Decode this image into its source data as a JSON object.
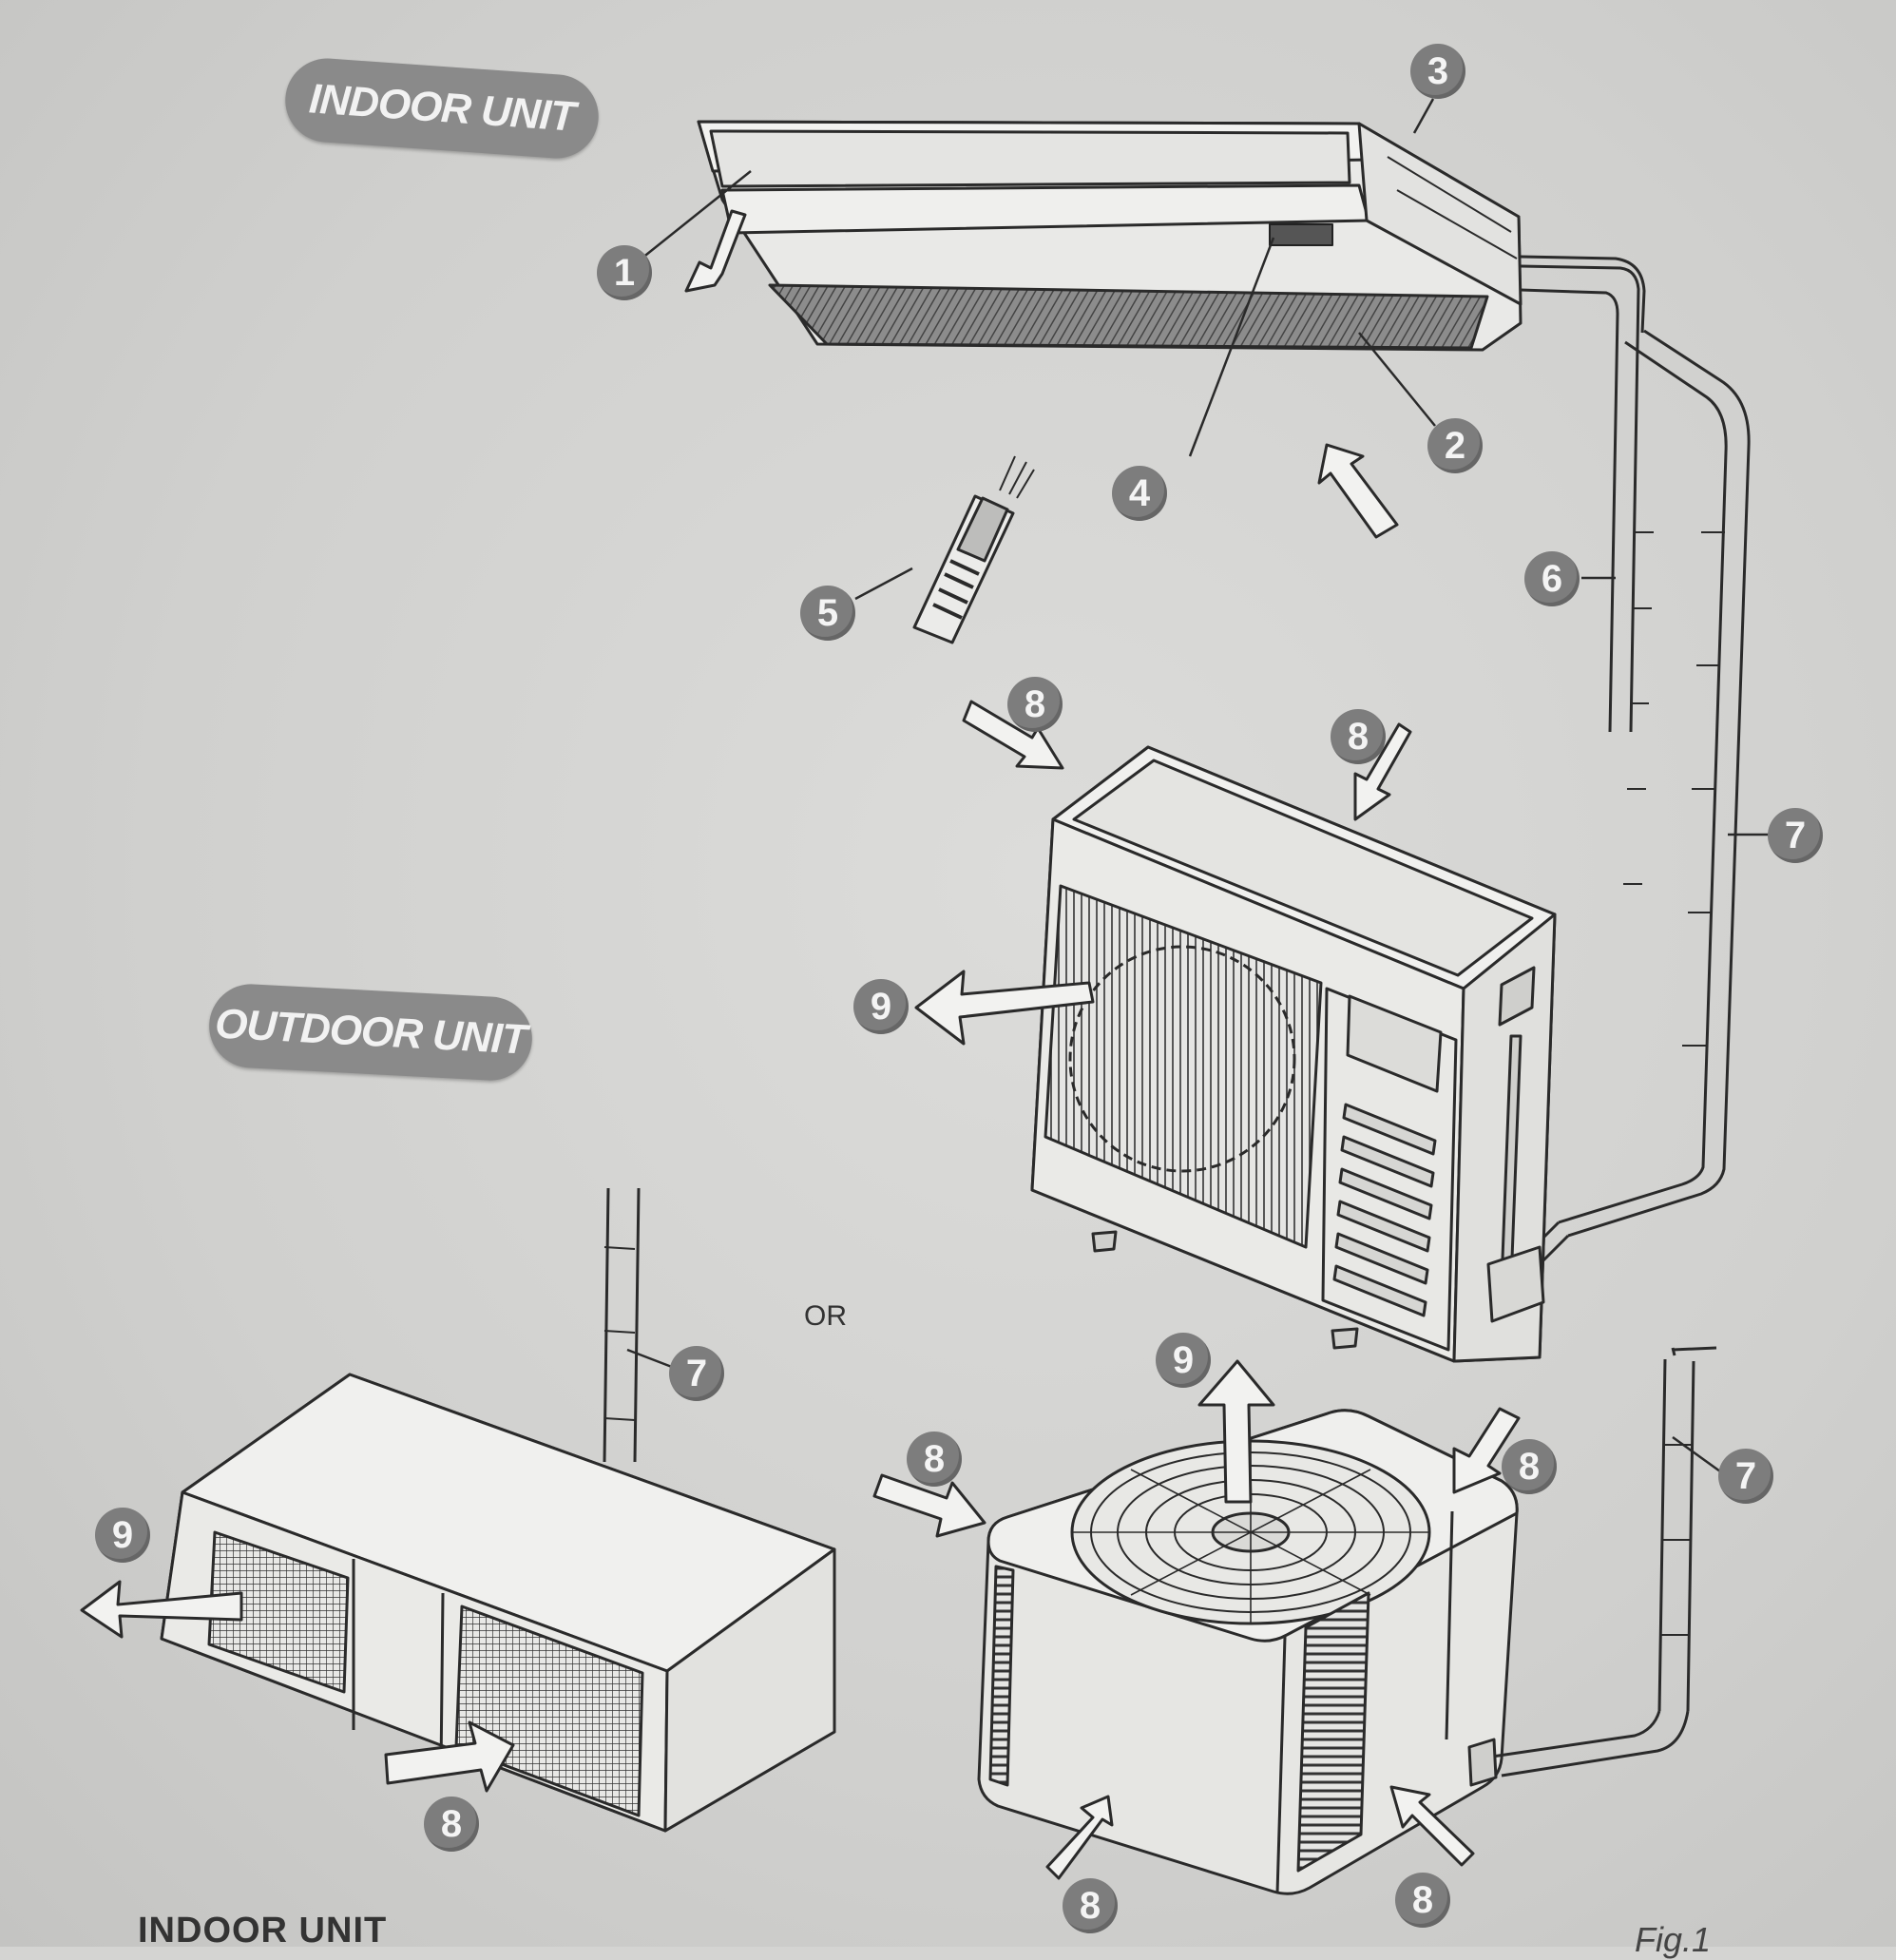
{
  "labels": {
    "indoor_unit_pill": "INDOOR UNIT",
    "outdoor_unit_pill": "OUTDOOR UNIT",
    "or_text": "OR",
    "footer_heading": "INDOOR UNIT",
    "fig_text": "Fig.1"
  },
  "callouts": {
    "c1": "1",
    "c2": "2",
    "c3": "3",
    "c4": "4",
    "c5": "5",
    "c6": "6",
    "c7a": "7",
    "c7b": "7",
    "c7c": "7",
    "c8a": "8",
    "c8b": "8",
    "c8c": "8",
    "c8d": "8",
    "c8e": "8",
    "c8f": "8",
    "c8g": "8",
    "c9a": "9",
    "c9b": "9",
    "c9c": "9"
  }
}
